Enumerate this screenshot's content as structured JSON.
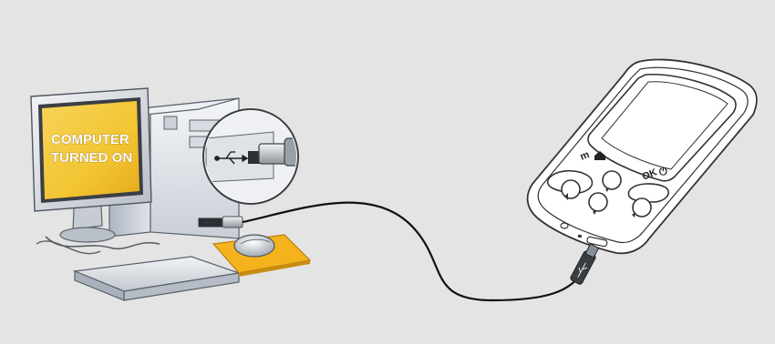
{
  "monitor": {
    "screen_line1": "COMPUTER",
    "screen_line2": "TURNED ON"
  },
  "device": {
    "menu_label": "m",
    "ok_label": "OK",
    "power_symbol": "⏻"
  },
  "icons": {
    "usb": "usb-icon"
  },
  "colors": {
    "background": "#e4e4e4",
    "screen": "#f2c531",
    "mousepad": "#f4b21d",
    "cable": "#111111"
  }
}
